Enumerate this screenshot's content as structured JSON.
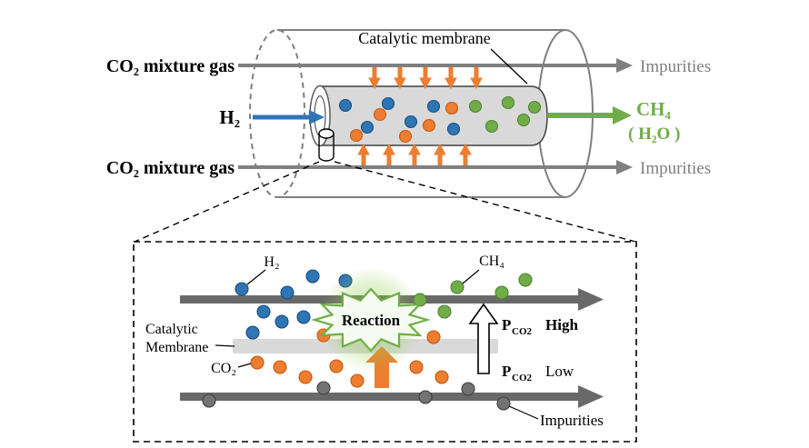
{
  "reactor": {
    "membrane_label": "Catalytic membrane",
    "top_inlet_label": "CO₂ mixture gas",
    "bottom_inlet_label": "CO₂ mixture gas",
    "h2_label": "H₂",
    "top_outlet_label": "Impurities",
    "bottom_outlet_label": "Impurities",
    "product_label": "CH₄",
    "byproduct_label": "( H₂O )"
  },
  "inset": {
    "h2_label": "H₂",
    "ch4_label": "CH₄",
    "co2_label": "CO₂",
    "reaction_label": "Reaction",
    "membrane_label_top": "Catalytic",
    "membrane_label_bottom": "Membrane",
    "impurities_label": "Impurities",
    "pressure_symbol": "P",
    "pressure_subscript": "CO2",
    "pressure_high_label": "High",
    "pressure_low_label": "Low"
  },
  "colors": {
    "h2_blue": "#2e75b6",
    "co2_orange": "#ed7d31",
    "ch4_green": "#70ad47",
    "impurity_gray": "#737373",
    "flow_gray": "#808080",
    "thick_arrow_gray": "#696969",
    "membrane_fill": "#d9d9d9"
  }
}
